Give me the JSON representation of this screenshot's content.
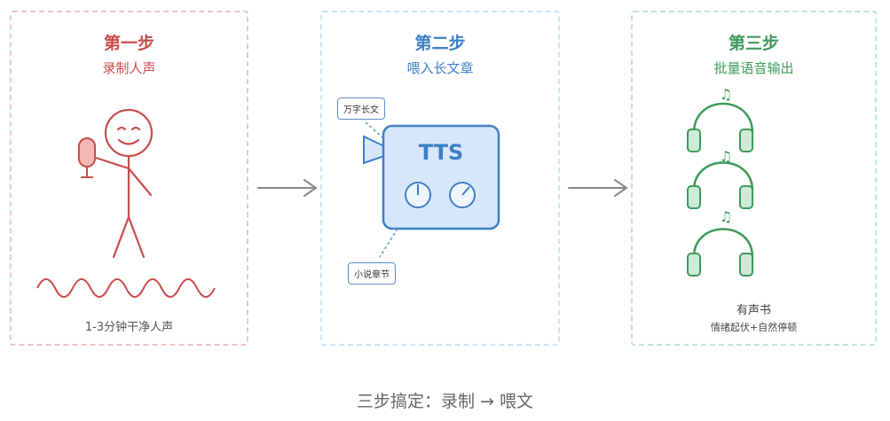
{
  "step1": {
    "title": "第一步",
    "subtitle": "录制人声",
    "caption": "1-3分钟干净人声"
  },
  "step2": {
    "title": "第二步",
    "subtitle": "喂入长文章",
    "device_label": "TTS",
    "tag_top": "万字长文",
    "tag_bottom": "小说章节"
  },
  "step3": {
    "title": "第三步",
    "subtitle": "批量语音输出",
    "caption": "有声书",
    "caption_sub": "情绪起伏+自然停顿",
    "note_glyph": "♫"
  },
  "footer": "三步搞定：录制 → 喂文",
  "colors": {
    "step1": "#c94c4c",
    "step2": "#3f7fc6",
    "step3": "#3e9a5c",
    "arrow": "#888888"
  }
}
